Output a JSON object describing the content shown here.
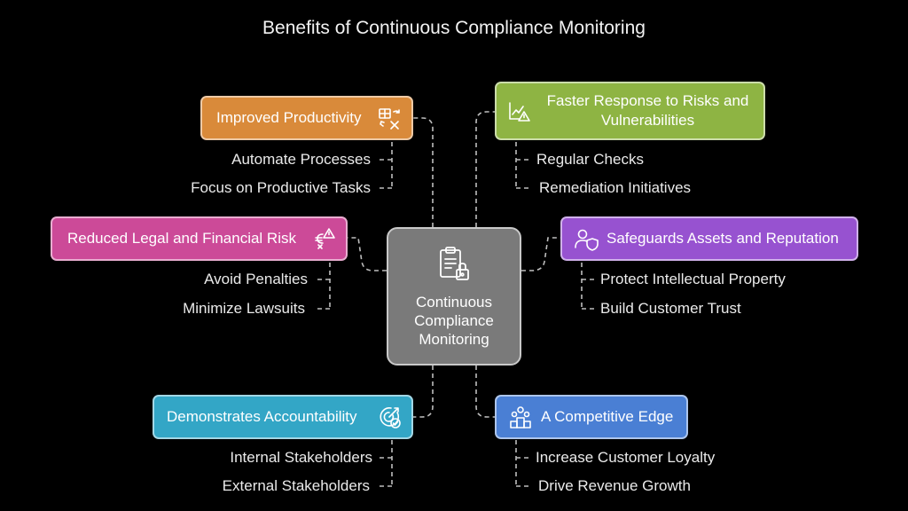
{
  "title": "Benefits of Continuous Compliance Monitoring",
  "center": {
    "lines": [
      "Continuous",
      "Compliance",
      "Monitoring"
    ],
    "icon": "clipboard-lock-icon"
  },
  "nodes": [
    {
      "id": "improved-productivity",
      "label": "Improved Productivity",
      "color": "#d98a3a",
      "icon": "calculator-icon",
      "items": [
        "Automate Processes",
        "Focus on Productive Tasks"
      ]
    },
    {
      "id": "faster-response",
      "label_lines": [
        "Faster Response to Risks and",
        "Vulnerabilities"
      ],
      "color": "#8eb443",
      "icon": "chart-warning-icon",
      "items": [
        "Regular Checks",
        "Remediation Initiatives"
      ]
    },
    {
      "id": "reduced-risk",
      "label": "Reduced Legal and Financial Risk",
      "color": "#cc4a98",
      "icon": "money-warning-icon",
      "items": [
        "Avoid Penalties",
        "Minimize Lawsuits"
      ]
    },
    {
      "id": "safeguards",
      "label": "Safeguards Assets and Reputation",
      "color": "#9752d0",
      "icon": "user-shield-icon",
      "items": [
        "Protect Intellectual Property",
        "Build Customer Trust"
      ]
    },
    {
      "id": "accountability",
      "label": "Demonstrates Accountability",
      "color": "#33a6c6",
      "icon": "target-check-icon",
      "items": [
        "Internal Stakeholders",
        "External Stakeholders"
      ]
    },
    {
      "id": "competitive-edge",
      "label": "A Competitive Edge",
      "color": "#4a7fd4",
      "icon": "podium-icon",
      "items": [
        "Increase Customer Loyalty",
        "Drive Revenue Growth"
      ]
    }
  ]
}
